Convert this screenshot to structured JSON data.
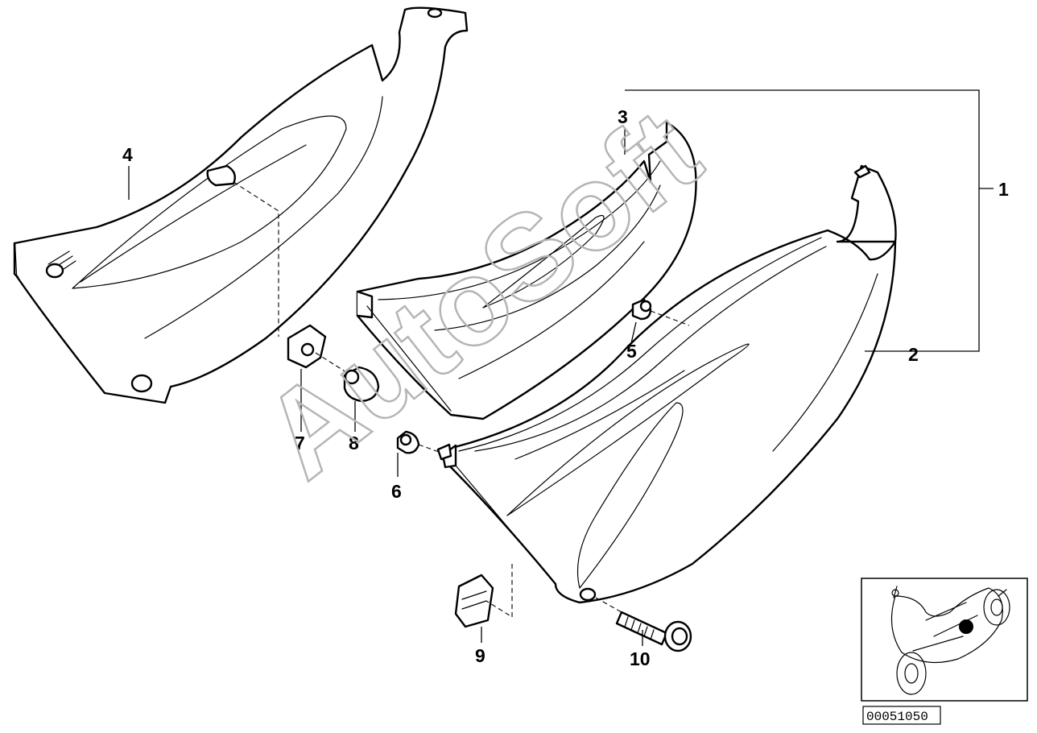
{
  "watermark": "AutoSoft",
  "document_id": "00051050",
  "callouts": {
    "c1": "1",
    "c2": "2",
    "c3": "3",
    "c4": "4",
    "c5": "5",
    "c6": "6",
    "c7": "7",
    "c8": "8",
    "c9": "9",
    "c10": "10"
  },
  "locator_icon": "motorcycle-silhouette-icon"
}
